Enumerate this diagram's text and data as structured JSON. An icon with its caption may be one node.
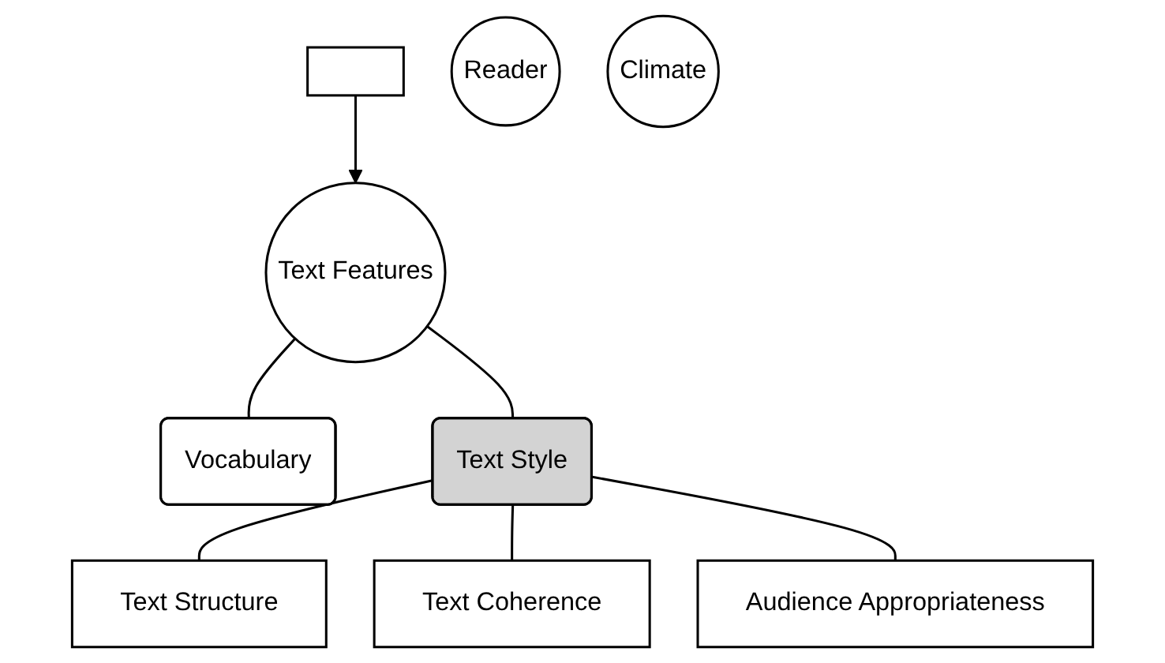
{
  "diagram": {
    "nodes": [
      {
        "text": [],
        "shape": "box"
      },
      {
        "text": [
          "Reader"
        ]
      },
      {
        "text": [
          "Climate"
        ]
      },
      {
        "text": [
          "Text Features"
        ]
      },
      {
        "text": [
          "Vocabulary"
        ]
      },
      {
        "text": [
          "Text Style"
        ]
      },
      {
        "text": [
          "Text Structure"
        ]
      },
      {
        "text": [
          "Text Coherence"
        ]
      },
      {
        "text": [
          "Audience Appropriateness"
        ]
      }
    ],
    "edges": [
      {
        "from": 0,
        "to": 3,
        "arrow": "to"
      },
      {
        "from": 3,
        "to": 4,
        "arrow": "none"
      },
      {
        "from": 3,
        "to": 5,
        "arrow": "none"
      },
      {
        "from": 5,
        "to": 6,
        "arrow": "none"
      },
      {
        "from": 5,
        "to": 7,
        "arrow": "none"
      },
      {
        "from": 5,
        "to": 8,
        "arrow": "none"
      }
    ]
  }
}
